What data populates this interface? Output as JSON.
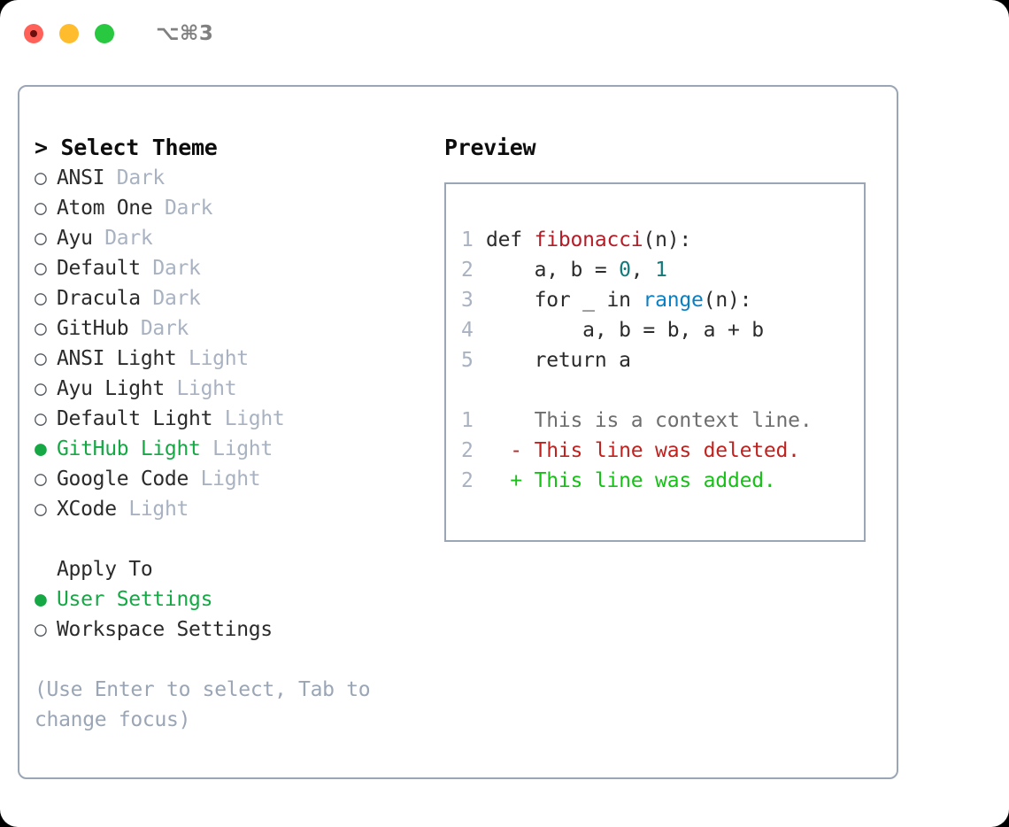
{
  "titlebar": {
    "shortcut": "⌥⌘3",
    "buttons": [
      {
        "name": "close",
        "color": "#ff6159"
      },
      {
        "name": "minimize",
        "color": "#ffbd2e"
      },
      {
        "name": "maximize",
        "color": "#28c840"
      }
    ]
  },
  "colors": {
    "panel_border": "#9aa5b5",
    "selected": "#16a845",
    "badge": "#a8b2c1",
    "text": "#2b2b2b",
    "hint": "#9aa5b5",
    "syntax_function": "#b31d28",
    "syntax_number": "#117a7a",
    "syntax_call": "#0b7fc4",
    "diff_context": "#6e6e6e",
    "diff_deleted": "#c0221f",
    "diff_added": "#17c017"
  },
  "theme_list": {
    "header": "> Select Theme",
    "bullet_unselected": "○",
    "bullet_selected": "●",
    "items": [
      {
        "label": "ANSI",
        "badge": "Dark",
        "selected": false
      },
      {
        "label": "Atom One",
        "badge": "Dark",
        "selected": false
      },
      {
        "label": "Ayu",
        "badge": "Dark",
        "selected": false
      },
      {
        "label": "Default",
        "badge": "Dark",
        "selected": false
      },
      {
        "label": "Dracula",
        "badge": "Dark",
        "selected": false
      },
      {
        "label": "GitHub",
        "badge": "Dark",
        "selected": false
      },
      {
        "label": "ANSI Light",
        "badge": "Light",
        "selected": false
      },
      {
        "label": "Ayu Light",
        "badge": "Light",
        "selected": false
      },
      {
        "label": "Default Light",
        "badge": "Light",
        "selected": false
      },
      {
        "label": "GitHub Light",
        "badge": "Light",
        "selected": true
      },
      {
        "label": "Google Code",
        "badge": "Light",
        "selected": false
      },
      {
        "label": "XCode",
        "badge": "Light",
        "selected": false
      }
    ]
  },
  "apply_to": {
    "header": "Apply To",
    "items": [
      {
        "label": "User Settings",
        "selected": true
      },
      {
        "label": "Workspace Settings",
        "selected": false
      }
    ]
  },
  "hint": "(Use Enter to select, Tab to change focus)",
  "preview": {
    "header": "Preview",
    "code_lines": [
      {
        "num": "1",
        "parts": [
          {
            "t": "def ",
            "c": "plain"
          },
          {
            "t": "fibonacci",
            "c": "fn"
          },
          {
            "t": "(n):",
            "c": "plain"
          }
        ]
      },
      {
        "num": "2",
        "parts": [
          {
            "t": "    a, b = ",
            "c": "plain"
          },
          {
            "t": "0",
            "c": "num"
          },
          {
            "t": ", ",
            "c": "plain"
          },
          {
            "t": "1",
            "c": "num"
          }
        ]
      },
      {
        "num": "3",
        "parts": [
          {
            "t": "    for _ in ",
            "c": "plain"
          },
          {
            "t": "range",
            "c": "call"
          },
          {
            "t": "(n):",
            "c": "plain"
          }
        ]
      },
      {
        "num": "4",
        "parts": [
          {
            "t": "        a, b = b, a + b",
            "c": "plain"
          }
        ]
      },
      {
        "num": "5",
        "parts": [
          {
            "t": "    return a",
            "c": "plain"
          }
        ]
      }
    ],
    "diff_lines": [
      {
        "num": "1",
        "marker": "  ",
        "text": "This is a context line.",
        "kind": "ctx"
      },
      {
        "num": "2",
        "marker": "- ",
        "text": "This line was deleted.",
        "kind": "del"
      },
      {
        "num": "2",
        "marker": "+ ",
        "text": "This line was added.",
        "kind": "add"
      }
    ]
  }
}
